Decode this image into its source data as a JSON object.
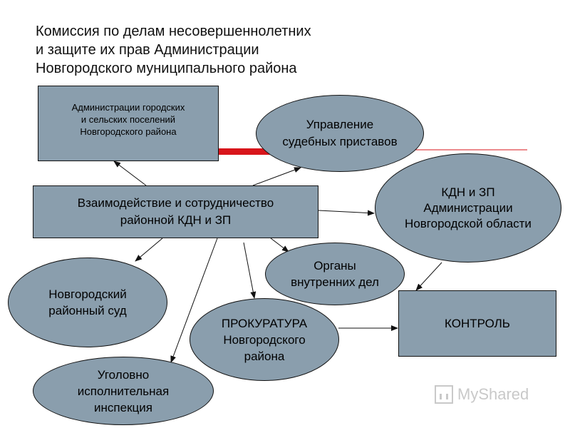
{
  "title": {
    "lines": [
      "Комиссия по делам несовершеннолетних",
      "и защите их прав Администрации",
      "Новгородского муниципального района"
    ]
  },
  "nodes": {
    "administrations": "Администрации городских\nи сельских поселений\nНовгородского района",
    "bailiffs": "Управление\nсудебных приставов",
    "interaction": "Взаимодействие и сотрудничество\nрайонной КДН и ЗП",
    "kdn_region": "КДН и ЗП\nАдминистрации\nНовгородской области",
    "court": "Новгородский\nрайонный суд",
    "police": "Органы\nвнутренних дел",
    "prosecutor": "ПРОКУРАТУРА\nНовгородского\nрайона",
    "control": "КОНТРОЛЬ",
    "inspection": "Уголовно\nисполнительная\nинспекция"
  },
  "colors": {
    "node_fill": "#8a9ead",
    "accent_bar": "#d8151b",
    "line": "#111111"
  },
  "watermark": {
    "text": "MyShared",
    "icon": "chart-icon"
  }
}
